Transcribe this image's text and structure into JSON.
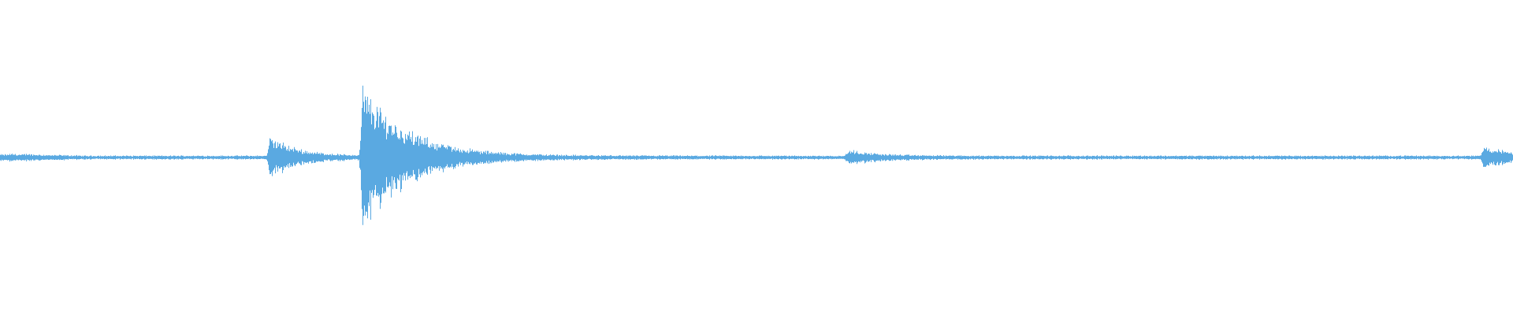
{
  "waveform": {
    "color": "#5aa9e1",
    "background": "#ffffff",
    "envelope": [
      0.01,
      0.01,
      0.012,
      0.012,
      0.01,
      0.01,
      0.012,
      0.01,
      0.01,
      0.01,
      0.009,
      0.008,
      0.008,
      0.008,
      0.008,
      0.007,
      0.007,
      0.007,
      0.006,
      0.006,
      0.006,
      0.006,
      0.006,
      0.006,
      0.006,
      0.006,
      0.006,
      0.006,
      0.006,
      0.006,
      0.006,
      0.006,
      0.006,
      0.006,
      0.006,
      0.006,
      0.006,
      0.006,
      0.006,
      0.006,
      0.006,
      0.006,
      0.006,
      0.006,
      0.006,
      0.006,
      0.006,
      0.006,
      0.006,
      0.006,
      0.006,
      0.006,
      0.006,
      0.006,
      0.006,
      0.006,
      0.006,
      0.006,
      0.006,
      0.006,
      0.006,
      0.006,
      0.006,
      0.006,
      0.006,
      0.006,
      0.006,
      0.006,
      0.006,
      0.006,
      0.006,
      0.006,
      0.006,
      0.006,
      0.006,
      0.006,
      0.006,
      0.006,
      0.006,
      0.006,
      0.006,
      0.006,
      0.006,
      0.006,
      0.006,
      0.006,
      0.006,
      0.006,
      0.006,
      0.006,
      0.006,
      0.006,
      0.006,
      0.006,
      0.006,
      0.006,
      0.006,
      0.006,
      0.006,
      0.006,
      0.006,
      0.006,
      0.006,
      0.006,
      0.006,
      0.006,
      0.006,
      0.006,
      0.006,
      0.006,
      0.006,
      0.006,
      0.006,
      0.006,
      0.006,
      0.006,
      0.006,
      0.006,
      0.006,
      0.006,
      0.006,
      0.006,
      0.006,
      0.006,
      0.006,
      0.006,
      0.006,
      0.006,
      0.006,
      0.006,
      0.006,
      0.006,
      0.006,
      0.006,
      0.006,
      0.006,
      0.006,
      0.006,
      0.006,
      0.006,
      0.006,
      0.006,
      0.006,
      0.006,
      0.006,
      0.006,
      0.006,
      0.006,
      0.006,
      0.006,
      0.006,
      0.006,
      0.006,
      0.006,
      0.006,
      0.006,
      0.006,
      0.006,
      0.006,
      0.006,
      0.006,
      0.006,
      0.006,
      0.006,
      0.006,
      0.006,
      0.006,
      0.006,
      0.006,
      0.006,
      0.006,
      0.006,
      0.006,
      0.006,
      0.006,
      0.006,
      0.006,
      0.006,
      0.006,
      0.006,
      0.006,
      0.006,
      0.006,
      0.006,
      0.006,
      0.006,
      0.006,
      0.006,
      0.006,
      0.006,
      0.006,
      0.006,
      0.006,
      0.006,
      0.006,
      0.006,
      0.006,
      0.006,
      0.006,
      0.006,
      0.006,
      0.006,
      0.006,
      0.006,
      0.006,
      0.006,
      0.006,
      0.006,
      0.006,
      0.006,
      0.006,
      0.006,
      0.006,
      0.006,
      0.006,
      0.006,
      0.006,
      0.006,
      0.006,
      0.006,
      0.006,
      0.006,
      0.006,
      0.006,
      0.006,
      0.006,
      0.006,
      0.006,
      0.006,
      0.006,
      0.006,
      0.006,
      0.006,
      0.006,
      0.006,
      0.006,
      0.006,
      0.006,
      0.006,
      0.006,
      0.006,
      0.006,
      0.006,
      0.006,
      0.006,
      0.006,
      0.006,
      0.006,
      0.006,
      0.006,
      0.006,
      0.006,
      0.006,
      0.006,
      0.006,
      0.006,
      0.006,
      0.006,
      0.006,
      0.006,
      0.006,
      0.006,
      0.006,
      0.006,
      0.006,
      0.006,
      0.006,
      0.006,
      0.006,
      0.006,
      0.006,
      0.006,
      0.006,
      0.006,
      0.006,
      0.006,
      0.006,
      0.006,
      0.006,
      0.006,
      0.006,
      0.006,
      0.006,
      0.006,
      0.006,
      0.006,
      0.006,
      0.006,
      0.006,
      0.006,
      0.006,
      0.006,
      0.006,
      0.006,
      0.006,
      0.006,
      0.006,
      0.006,
      0.006,
      0.006,
      0.006,
      0.006,
      0.006,
      0.006,
      0.006,
      0.006,
      0.006,
      0.006,
      0.006,
      0.006,
      0.006,
      0.006,
      0.006,
      0.006,
      0.006,
      0.006,
      0.006,
      0.006,
      0.006,
      0.006,
      0.006,
      0.006,
      0.006,
      0.006,
      0.006,
      0.006,
      0.006,
      0.006,
      0.006,
      0.006,
      0.006,
      0.006,
      0.006,
      0.006,
      0.006,
      0.006,
      0.006,
      0.006,
      0.006,
      0.006,
      0.006,
      0.006,
      0.006,
      0.006,
      0.006,
      0.006,
      0.006,
      0.006,
      0.006,
      0.006
    ],
    "events": [
      {
        "position": 0.1778,
        "peak": 0.06,
        "decay": 0.018
      },
      {
        "position": 0.239,
        "peak": 0.21,
        "decay": 0.03
      },
      {
        "position": 0.56,
        "peak": 0.018,
        "decay": 0.02
      },
      {
        "position": 0.98,
        "peak": 0.03,
        "decay": 0.02
      }
    ]
  }
}
